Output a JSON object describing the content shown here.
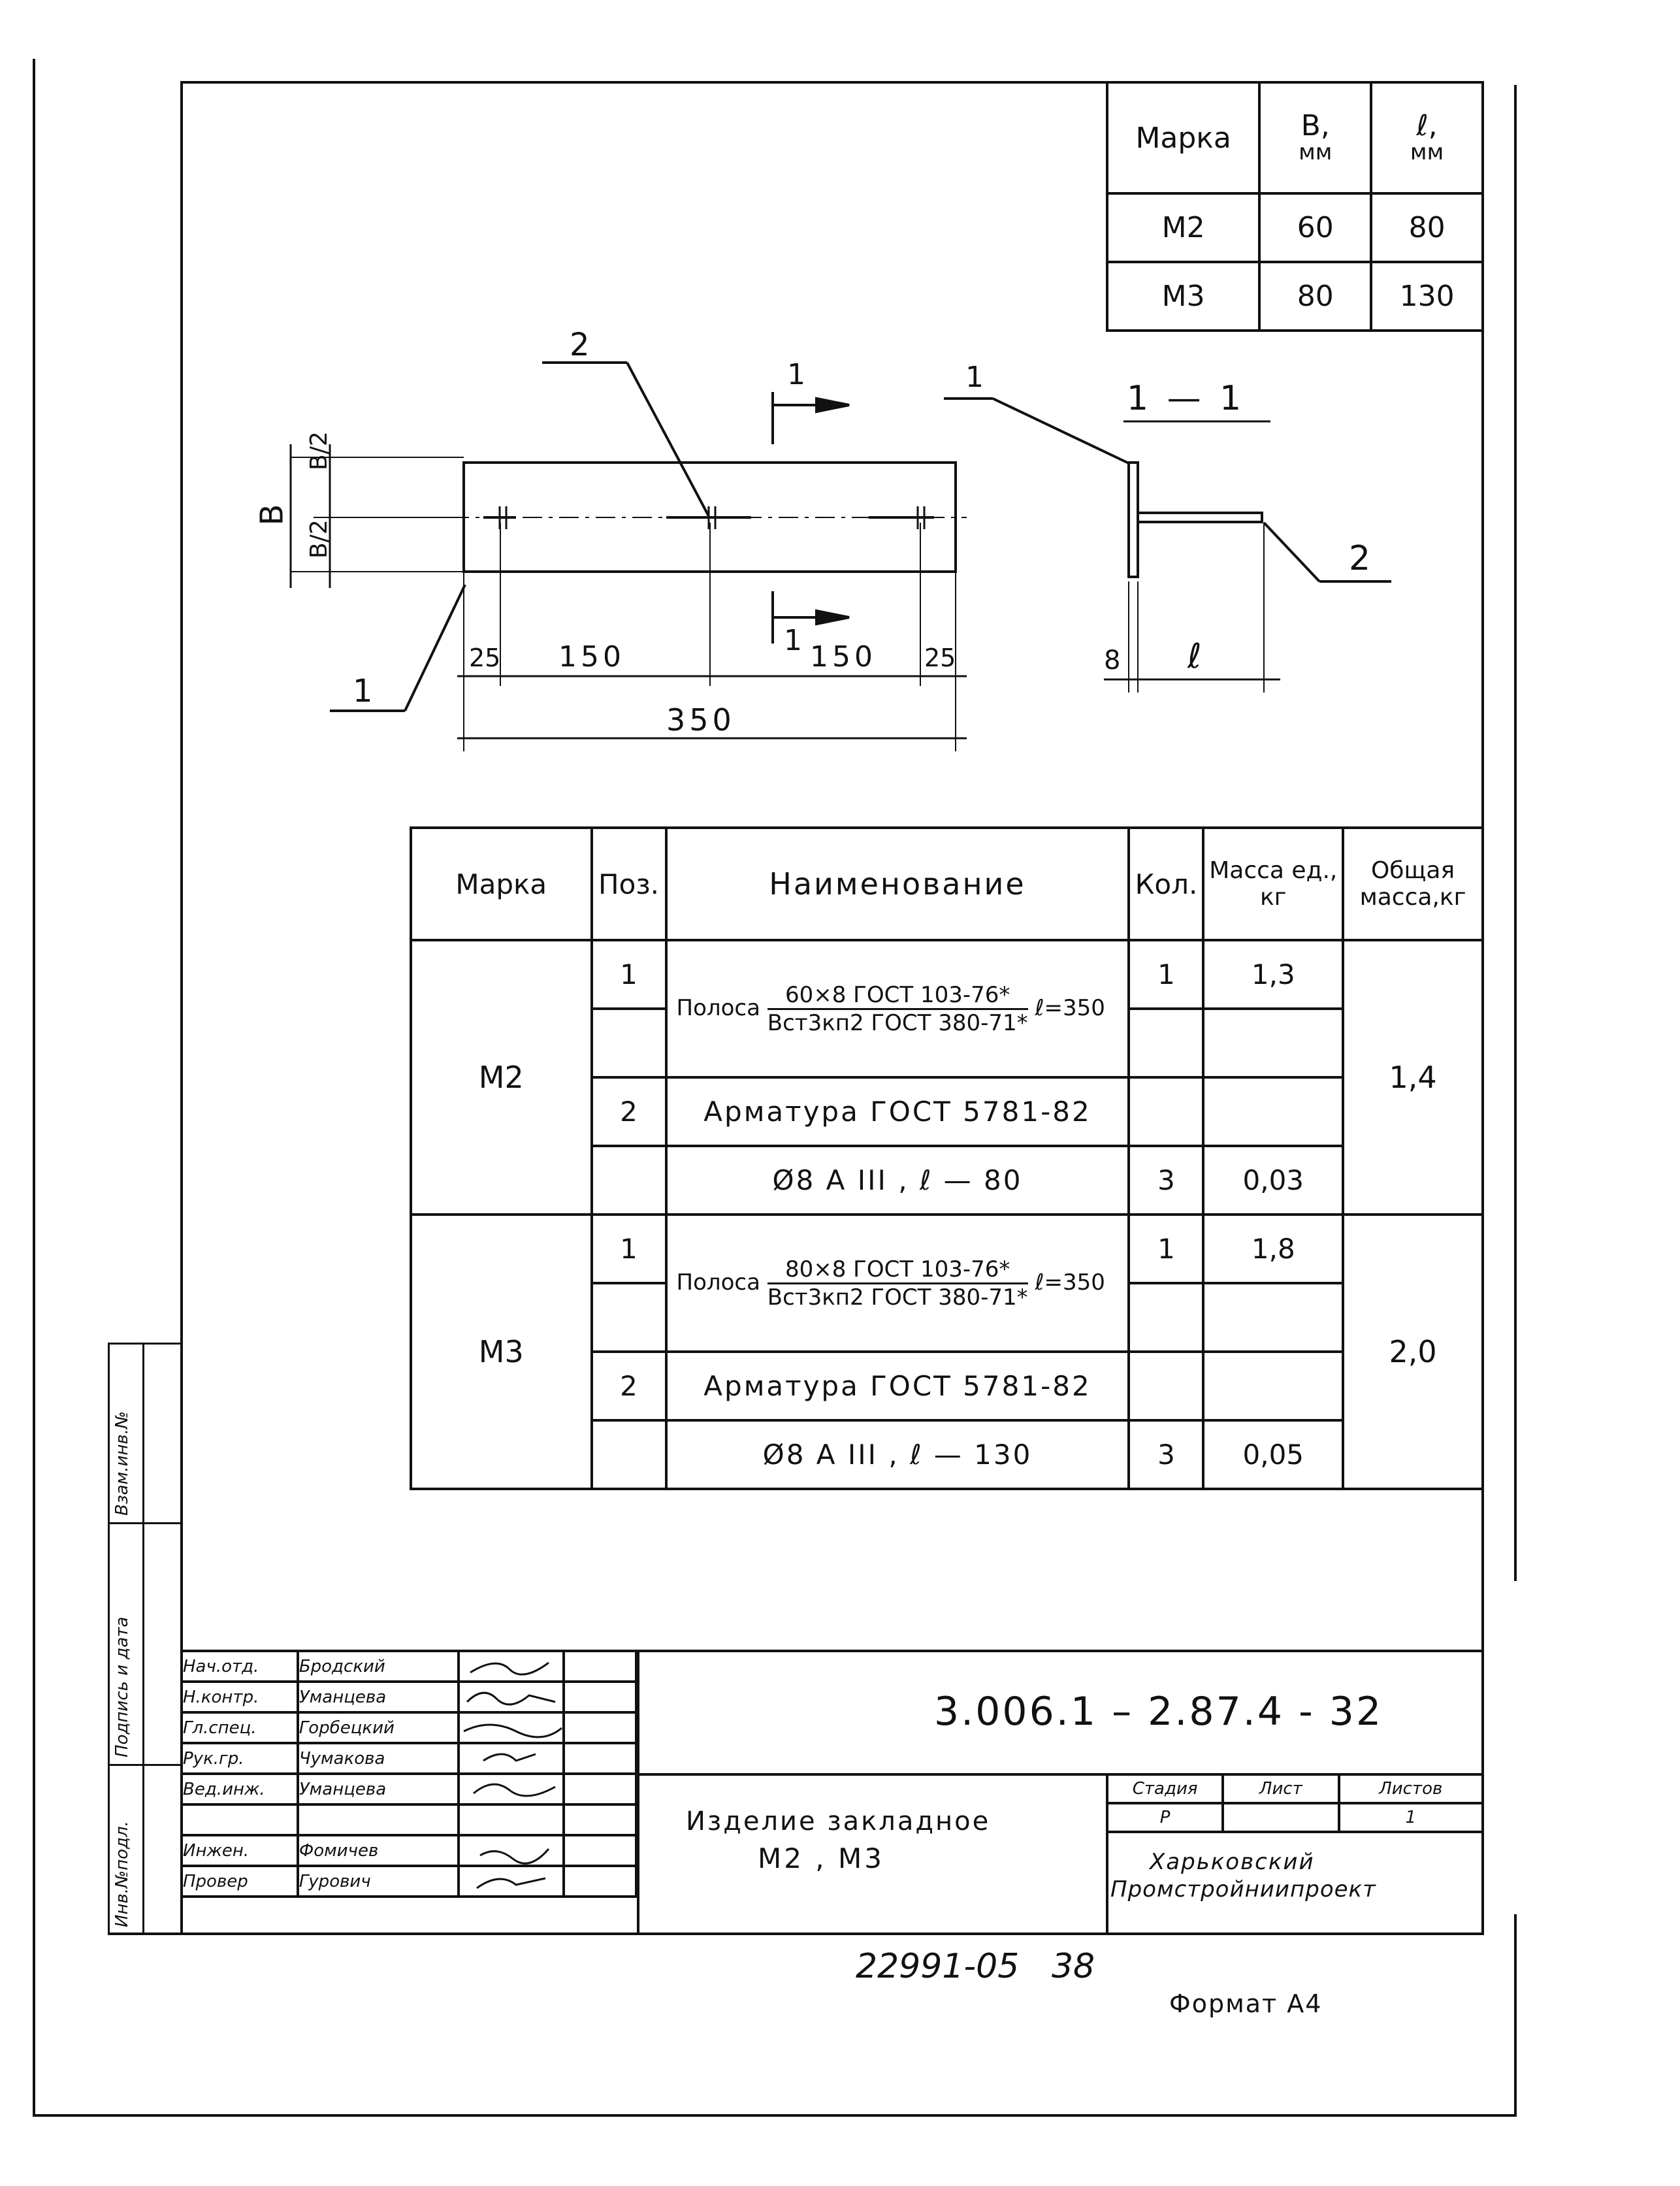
{
  "top_table": {
    "headers": [
      "Марка",
      "B,",
      "мм",
      "ℓ,",
      "мм"
    ],
    "rows": [
      {
        "mark": "M2",
        "b": "60",
        "l": "80"
      },
      {
        "mark": "M3",
        "b": "80",
        "l": "130"
      }
    ]
  },
  "drawing": {
    "callout_1_top": "1",
    "callout_2_top": "2",
    "section_arrow_top": "1",
    "section_arrow_bottom": "1",
    "callout_1_bottom": "1",
    "dim_b": "B",
    "dim_b_half_upper": "B/2",
    "dim_b_half_lower": "B/2",
    "dim_25_left": "25",
    "dim_150_left": "150",
    "dim_150_right": "150",
    "dim_25_right": "25",
    "dim_350": "350",
    "section_title": "1 — 1",
    "section_callout_1": "1",
    "section_callout_2": "2",
    "section_dim_8": "8",
    "section_dim_l": "ℓ"
  },
  "spec_table": {
    "headers": {
      "mark": "Марка",
      "pos": "Поз.",
      "name": "Наименование",
      "qty": "Кол.",
      "mass_unit": "Масса ед., кг",
      "mass_total": "Общая масса,кг"
    },
    "groups": [
      {
        "mark": "M2",
        "total": "1,4",
        "rows": [
          {
            "pos": "1",
            "name_prefix": "Полоса",
            "name_top": "60×8 ГОСТ 103-76*",
            "name_bottom": "Вст3кп2 ГОСТ 380-71*",
            "name_suffix": "ℓ=350",
            "qty": "1",
            "mass": "1,3"
          },
          {
            "pos": "2",
            "name": "Арматура ГОСТ 5781-82",
            "qty": "",
            "mass": ""
          },
          {
            "pos": "",
            "name": "Ø8 А III ,  ℓ — 80",
            "qty": "3",
            "mass": "0,03"
          }
        ]
      },
      {
        "mark": "M3",
        "total": "2,0",
        "rows": [
          {
            "pos": "1",
            "name_prefix": "Полоса",
            "name_top": "80×8 ГОСТ 103-76*",
            "name_bottom": "Вст3кп2 ГОСТ 380-71*",
            "name_suffix": "ℓ=350",
            "qty": "1",
            "mass": "1,8"
          },
          {
            "pos": "2",
            "name": "Арматура ГОСТ 5781-82",
            "qty": "",
            "mass": ""
          },
          {
            "pos": "",
            "name": "Ø8 А III ,  ℓ — 130",
            "qty": "3",
            "mass": "0,05"
          }
        ]
      }
    ]
  },
  "side_strip": {
    "label_top": "Взам.инв.№",
    "label_mid": "Подпись и дата",
    "label_bottom": "Инв.№подл."
  },
  "stamp": {
    "people": [
      {
        "role": "Нач.отд.",
        "name": "Бродский"
      },
      {
        "role": "Н.контр.",
        "name": "Уманцева"
      },
      {
        "role": "Гл.спец.",
        "name": "Горбецкий"
      },
      {
        "role": "Рук.гр.",
        "name": "Чумакова"
      },
      {
        "role": "Вед.инж.",
        "name": "Уманцева"
      },
      {
        "role": "",
        "name": ""
      },
      {
        "role": "Инжен.",
        "name": "Фомичев"
      },
      {
        "role": "Провер",
        "name": "Гурович"
      }
    ],
    "doc_code": "3.006.1 – 2.87.4 - 32",
    "title_line1": "Изделие закладное",
    "title_line2": "М2 , М3",
    "stage_label": "Стадия",
    "sheet_label": "Лист",
    "sheets_label": "Листов",
    "stage_value": "Р",
    "sheet_value": "",
    "sheets_value": "1",
    "org_line1": "Харьковский",
    "org_line2": "Промстройниипроект"
  },
  "footer": {
    "inventory": "22991-05   38",
    "format": "Формат А4"
  }
}
